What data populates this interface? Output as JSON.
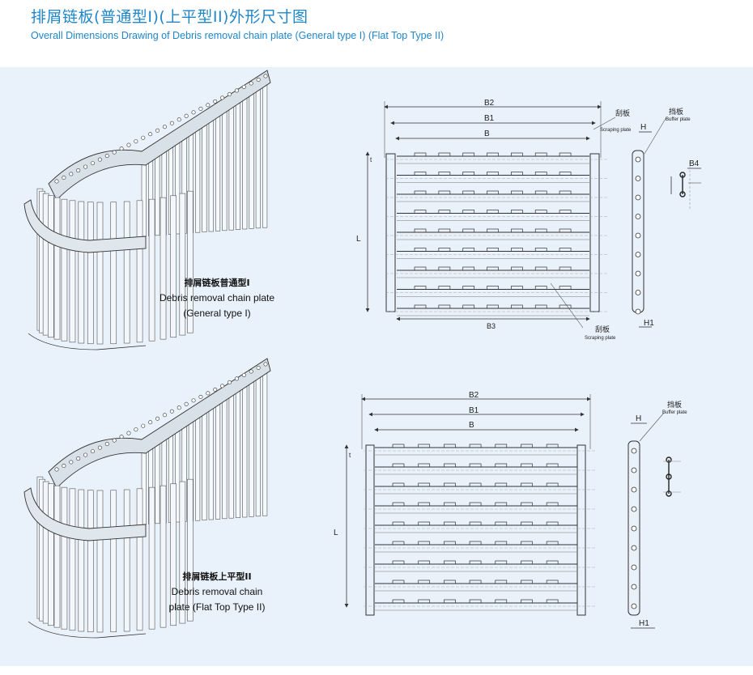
{
  "header": {
    "title_cn": "排屑链板(普通型I)(上平型II)外形尺寸图",
    "title_en": "Overall Dimensions Drawing of Debris removal chain plate (General type I) (Flat Top Type II)"
  },
  "figure1": {
    "caption_cn": "排屑链板普通型I",
    "caption_en_1": "Debris removal chain plate",
    "caption_en_2": "(General type I)"
  },
  "figure2": {
    "caption_cn": "排屑链板上平型II",
    "caption_en_1": "Debris removal chain",
    "caption_en_2": "plate (Flat Top Type II)"
  },
  "drawing1": {
    "b2": "B2",
    "b1": "B1",
    "b": "B",
    "b3": "B3",
    "b4": "B4",
    "h": "H",
    "h1": "H1",
    "l": "L",
    "t": "t",
    "scraping_cn_top": "刮板",
    "scraping_en_top": "Scraping plate",
    "buffer_cn": "挡板",
    "buffer_en": "Buffer plate",
    "scraping_cn_bottom": "刮板",
    "scraping_en_bottom": "Scraping plate"
  },
  "drawing2": {
    "b2": "B2",
    "b1": "B1",
    "b": "B",
    "h": "H",
    "h1": "H1",
    "l": "L",
    "t": "t",
    "buffer_cn": "挡板",
    "buffer_en": "Buffer plate"
  },
  "colors": {
    "title": "#1f86c8",
    "panel": "#e9f2fa",
    "ink": "#333333"
  }
}
